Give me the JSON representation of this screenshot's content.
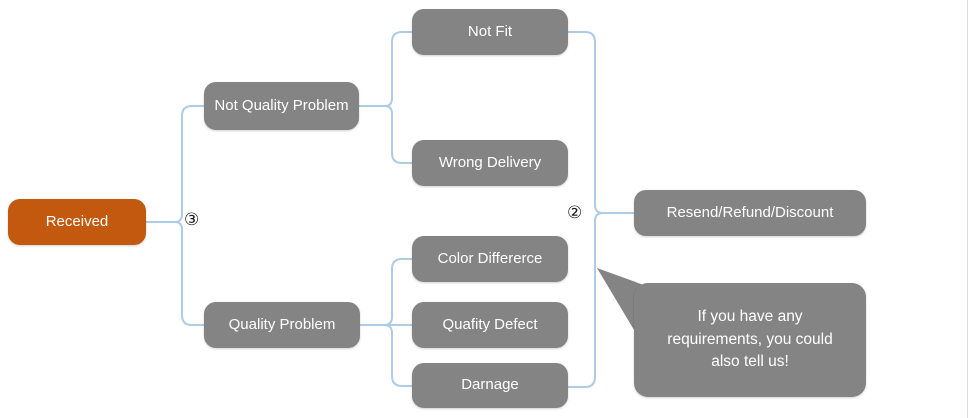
{
  "diagram": {
    "title_hint": "Customer after-sale decision flowchart",
    "nodes": {
      "received": {
        "label": "Received",
        "color": "#C2590F"
      },
      "not_quality_problem": {
        "label": "Not Quality Problem",
        "color": "#848484"
      },
      "quality_problem": {
        "label": "Quality Problem",
        "color": "#848484"
      },
      "not_fit": {
        "label": "Not Fit",
        "color": "#848484"
      },
      "wrong_delivery": {
        "label": "Wrong Delivery",
        "color": "#848484"
      },
      "color_differerce": {
        "label": "Color Differerce",
        "color": "#848484"
      },
      "quafity_defect": {
        "label": "Quafity Defect",
        "color": "#848484"
      },
      "darnage": {
        "label": "Darnage",
        "color": "#848484"
      },
      "resend_refund_discount": {
        "label": "Resend/Refund/Discount",
        "color": "#848484"
      }
    },
    "callout": {
      "text": "If you have any requirements, you could also tell us!",
      "color": "#848484"
    },
    "markers": {
      "branch_left": "③",
      "branch_right": "②"
    },
    "colors": {
      "connector_blue": "#AECBE8",
      "node_gray": "#848484",
      "node_orange": "#C2590F",
      "text_white": "#FFFFFF",
      "background": "#FFFFFF"
    }
  }
}
